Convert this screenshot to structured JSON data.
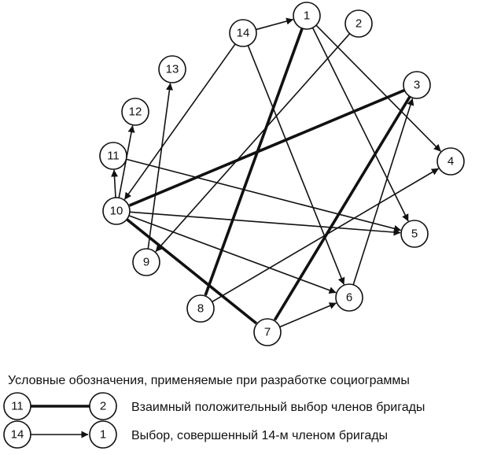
{
  "colors": {
    "ink": "#111111",
    "background": "#ffffff"
  },
  "nodes": [
    {
      "id": "1",
      "label": "1"
    },
    {
      "id": "2",
      "label": "2"
    },
    {
      "id": "3",
      "label": "3"
    },
    {
      "id": "4",
      "label": "4"
    },
    {
      "id": "5",
      "label": "5"
    },
    {
      "id": "6",
      "label": "6"
    },
    {
      "id": "7",
      "label": "7"
    },
    {
      "id": "8",
      "label": "8"
    },
    {
      "id": "9",
      "label": "9"
    },
    {
      "id": "10",
      "label": "10"
    },
    {
      "id": "11",
      "label": "11"
    },
    {
      "id": "12",
      "label": "12"
    },
    {
      "id": "13",
      "label": "13"
    },
    {
      "id": "14",
      "label": "14"
    }
  ],
  "edges": [
    {
      "from": "14",
      "to": "1",
      "type": "choice"
    },
    {
      "from": "14",
      "to": "10",
      "type": "choice"
    },
    {
      "from": "14",
      "to": "6",
      "type": "choice"
    },
    {
      "from": "1",
      "to": "8",
      "type": "mutual"
    },
    {
      "from": "1",
      "to": "4",
      "type": "choice"
    },
    {
      "from": "1",
      "to": "5",
      "type": "choice"
    },
    {
      "from": "2",
      "to": "9",
      "type": "choice"
    },
    {
      "from": "3",
      "to": "10",
      "type": "mutual"
    },
    {
      "from": "3",
      "to": "7",
      "type": "mutual"
    },
    {
      "from": "10",
      "to": "7",
      "type": "mutual"
    },
    {
      "from": "10",
      "to": "11",
      "type": "choice"
    },
    {
      "from": "10",
      "to": "12",
      "type": "choice"
    },
    {
      "from": "10",
      "to": "5",
      "type": "choice"
    },
    {
      "from": "10",
      "to": "6",
      "type": "choice"
    },
    {
      "from": "11",
      "to": "5",
      "type": "choice"
    },
    {
      "from": "9",
      "to": "13",
      "type": "choice"
    },
    {
      "from": "8",
      "to": "4",
      "type": "choice"
    },
    {
      "from": "6",
      "to": "3",
      "type": "choice"
    },
    {
      "from": "7",
      "to": "6",
      "type": "choice"
    }
  ],
  "legend": {
    "title": "Условные обозначения, применяемые при разработке социограммы",
    "mutual": {
      "from": "11",
      "to": "2",
      "label": "Взаимный положительный выбор членов бригады"
    },
    "choice": {
      "from": "14",
      "to": "1",
      "label": "Выбор, совершенный 14-м членом бригады"
    }
  }
}
